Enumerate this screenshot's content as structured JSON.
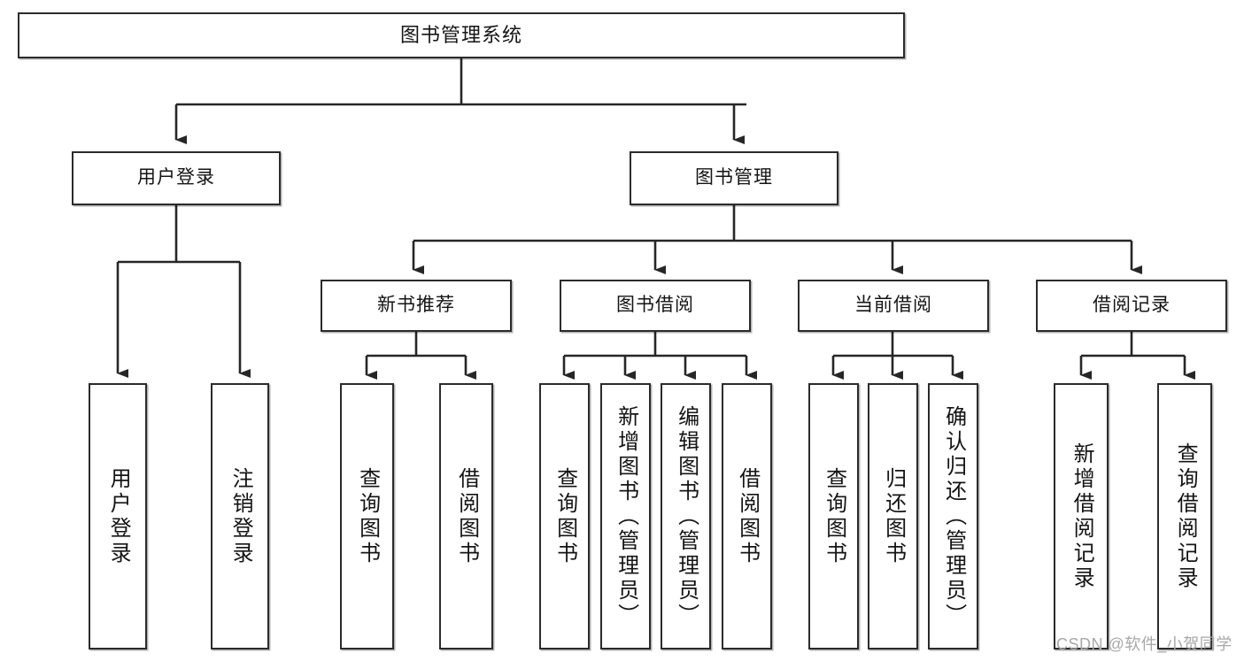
{
  "diagram": {
    "title": "图书管理系统",
    "type": "hierarchy-tree",
    "levels": 4,
    "nodes": {
      "root": {
        "label": "图书管理系统"
      },
      "level2": [
        {
          "label": "用户登录"
        },
        {
          "label": "图书管理"
        }
      ],
      "level3": [
        {
          "label": "新书推荐"
        },
        {
          "label": "图书借阅"
        },
        {
          "label": "当前借阅"
        },
        {
          "label": "借阅记录"
        }
      ],
      "leaves_user_login": [
        {
          "label": "用户登录"
        },
        {
          "label": "注销登录"
        }
      ],
      "leaves_new_book": [
        {
          "label": "查询图书"
        },
        {
          "label": "借阅图书"
        }
      ],
      "leaves_borrow_book": [
        {
          "label": "查询图书"
        },
        {
          "label": "新增图书（管理员）"
        },
        {
          "label": "编辑图书（管理员）"
        },
        {
          "label": "借阅图书"
        }
      ],
      "leaves_current_borrow": [
        {
          "label": "查询图书"
        },
        {
          "label": "归还图书"
        },
        {
          "label": "确认归还（管理员）"
        }
      ],
      "leaves_borrow_record": [
        {
          "label": "新增借阅记录"
        },
        {
          "label": "查询借阅记录"
        }
      ]
    },
    "watermark": "CSDN @软件_小贺同学",
    "colors": {
      "box_border": "#2b2b2b",
      "box_fill": "#ffffff",
      "connector": "#262626",
      "text": "#141414",
      "watermark": "#a8a8a8",
      "background": "#ffffff"
    }
  }
}
